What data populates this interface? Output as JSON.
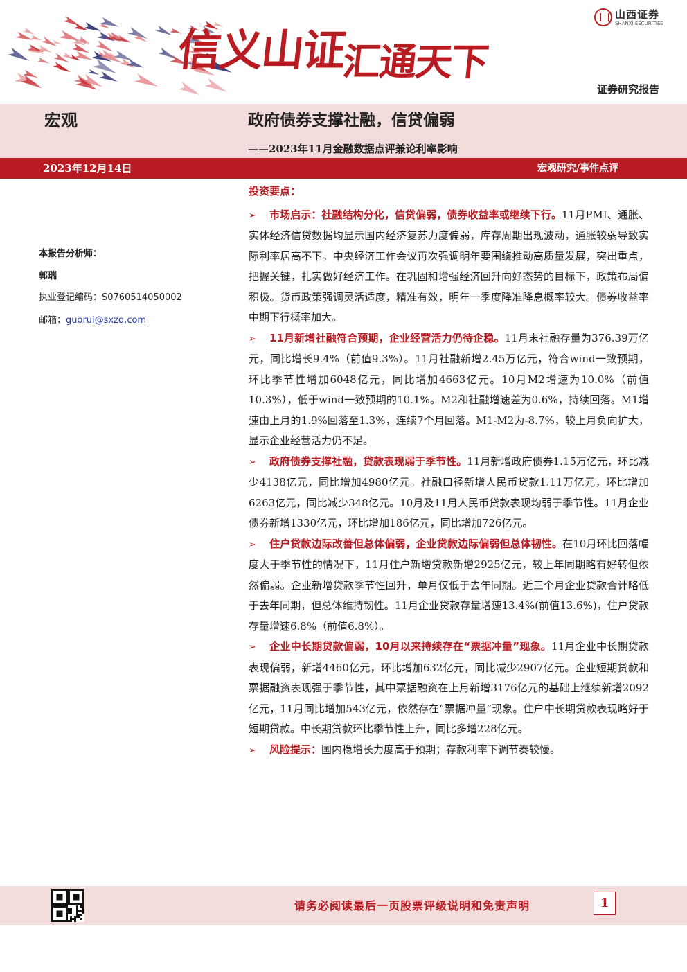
{
  "header": {
    "slogan_part1": "信义山证",
    "slogan_part2": "汇通天下",
    "company_cn": "山西证券",
    "company_en": "SHANXI SECURITIES",
    "report_type": "证券研究报告",
    "brand_color": "#b81c22"
  },
  "title_band": {
    "category": "宏观",
    "title": "政府债券支撑社融，信贷偏弱",
    "subtitle": "——2023年11月金融数据点评兼论利率影响"
  },
  "date_bar": {
    "date": "2023年12月14日",
    "doc_type": "宏观研究/事件点评"
  },
  "sidebar": {
    "analyst_label": "本报告分析师：",
    "analyst_name": "郭瑞",
    "registration": "执业登记编码：S0760514050002",
    "email_label": "邮箱：",
    "email": "guorui@sxzq.com"
  },
  "body": {
    "heading": "投资要点：",
    "points": [
      {
        "lead": "市场启示：社融结构分化，信贷偏弱，债券收益率或继续下行。",
        "text": "11月PMI、通胀、实体经济信贷数据均显示国内经济复苏力度偏弱，库存周期出现波动，通胀较弱导致实际利率居高不下。中央经济工作会议再次强调明年要围绕推动高质量发展，突出重点，把握关键，扎实做好经济工作。在巩固和增强经济回升向好态势的目标下，政策布局偏积极。货币政策强调灵活适度，精准有效，明年一季度降准降息概率较大。债券收益率中期下行概率加大。"
      },
      {
        "lead": "11月新增社融符合预期，企业经营活力仍待企稳。",
        "text": "11月末社融存量为376.39万亿元，同比增长9.4%（前值9.3%）。11月社融新增2.45万亿元，符合wind一致预期，环比季节性增加6048亿元，同比增加4663亿元。10月M2增速为10.0%（前值10.3%），低于wind一致预期的10.1%。M2和社融增速差为0.6%，持续回落。M1增速由上月的1.9%回落至1.3%，连续7个月回落。M1-M2为-8.7%，较上月负向扩大，显示企业经营活力仍不足。"
      },
      {
        "lead": "政府债券支撑社融，贷款表现弱于季节性。",
        "text": "11月新增政府债券1.15万亿元，环比减少4138亿元，同比增加4980亿元。社融口径新增人民币贷款1.11万亿元，环比增加6263亿元，同比减少348亿元。10月及11月人民币贷款表现均弱于季节性。11月企业债券新增1330亿元，环比增加186亿元，同比增加726亿元。"
      },
      {
        "lead": "住户贷款边际改善但总体偏弱，企业贷款边际偏弱但总体韧性。",
        "text": "在10月环比回落幅度大于季节性的情况下，11月住户新增贷款新增2925亿元，较上年同期略有好转但依然偏弱。企业新增贷款季节性回升，单月仅低于去年同期。近三个月企业贷款合计略低于去年同期，但总体维持韧性。11月企业贷款存量增速13.4%(前值13.6%)，住户贷款存量增速6.8%（前值6.8%）。"
      },
      {
        "lead": "企业中长期贷款偏弱，10月以来持续存在“票据冲量”现象。",
        "text": "11月企业中长期贷款表现偏弱，新增4460亿元，环比增加632亿元，同比减少2907亿元。企业短期贷款和票据融资表现强于季节性，其中票据融资在上月新增3176亿元的基础上继续新增2092亿元，11月同比增加543亿元，依然存在“票据冲量”现象。住户中长期贷款表现略好于短期贷款。中长期贷款环比季节性上升，同比多增228亿元。"
      },
      {
        "lead": "风险提示：",
        "text": "国内稳增长力度高于预期；存款利率下调节奏较慢。"
      }
    ]
  },
  "footer": {
    "notice": "请务必阅读最后一页股票评级说明和免责声明",
    "page_number": "1"
  }
}
